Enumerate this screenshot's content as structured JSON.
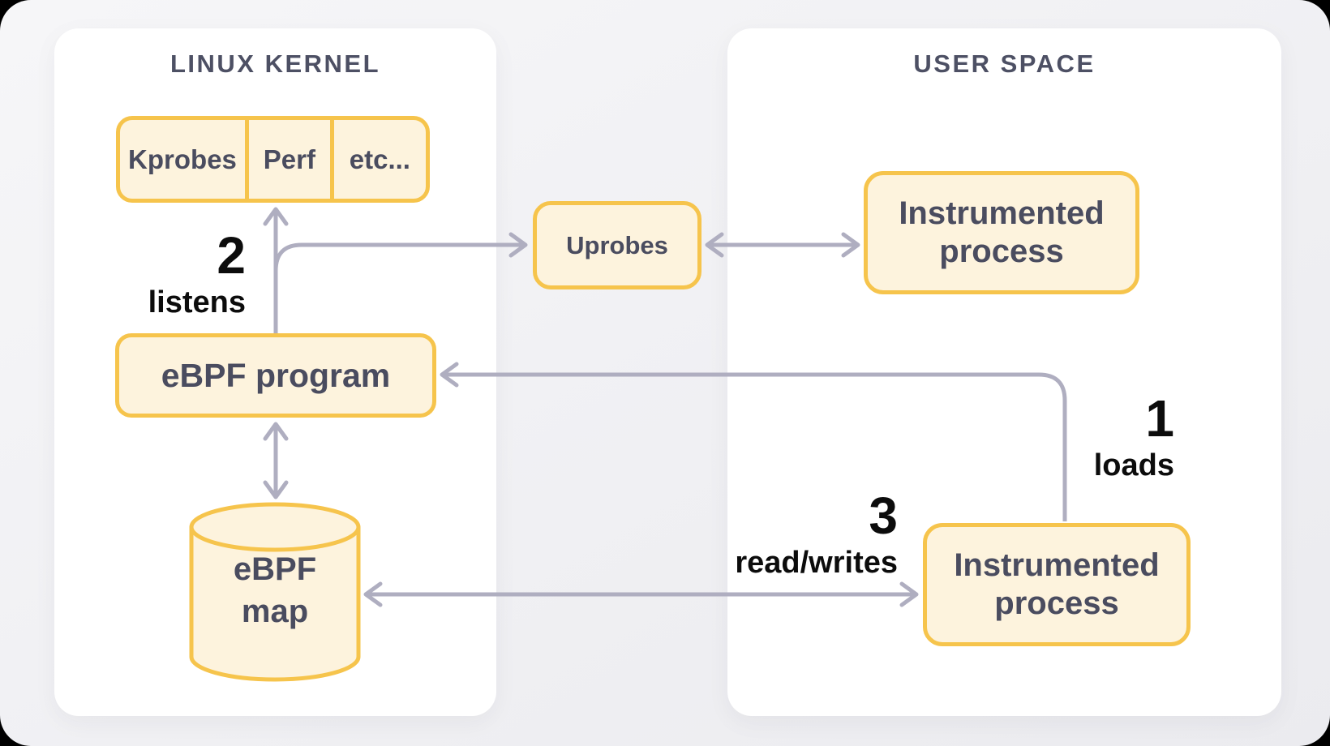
{
  "diagram": {
    "panels": {
      "kernel": {
        "title": "LINUX KERNEL"
      },
      "user_space": {
        "title": "USER SPACE"
      }
    },
    "nodes": {
      "probe_row": {
        "cells": [
          "Kprobes",
          "Perf",
          "etc..."
        ]
      },
      "uprobes": {
        "label": "Uprobes"
      },
      "ebpf_program": {
        "label": "eBPF program"
      },
      "ebpf_map": {
        "label": "eBPF map"
      },
      "instrumented_process_top": {
        "label": "Instrumented process"
      },
      "instrumented_process_bottom": {
        "label": "Instrumented process"
      }
    },
    "steps": {
      "loads": {
        "number": "1",
        "label": "loads"
      },
      "listens": {
        "number": "2",
        "label": "listens"
      },
      "read_writes": {
        "number": "3",
        "label": "read/writes"
      }
    },
    "colors": {
      "page_bg": "#F1F1F4",
      "panel_bg": "#FFFFFF",
      "node_fill": "#FDF3DD",
      "node_border": "#F6C44C",
      "node_text": "#4A4C5F",
      "panel_title_text": "#4D5064",
      "arrow": "#AFAEC0",
      "step_text": "#0C0C0C"
    }
  }
}
